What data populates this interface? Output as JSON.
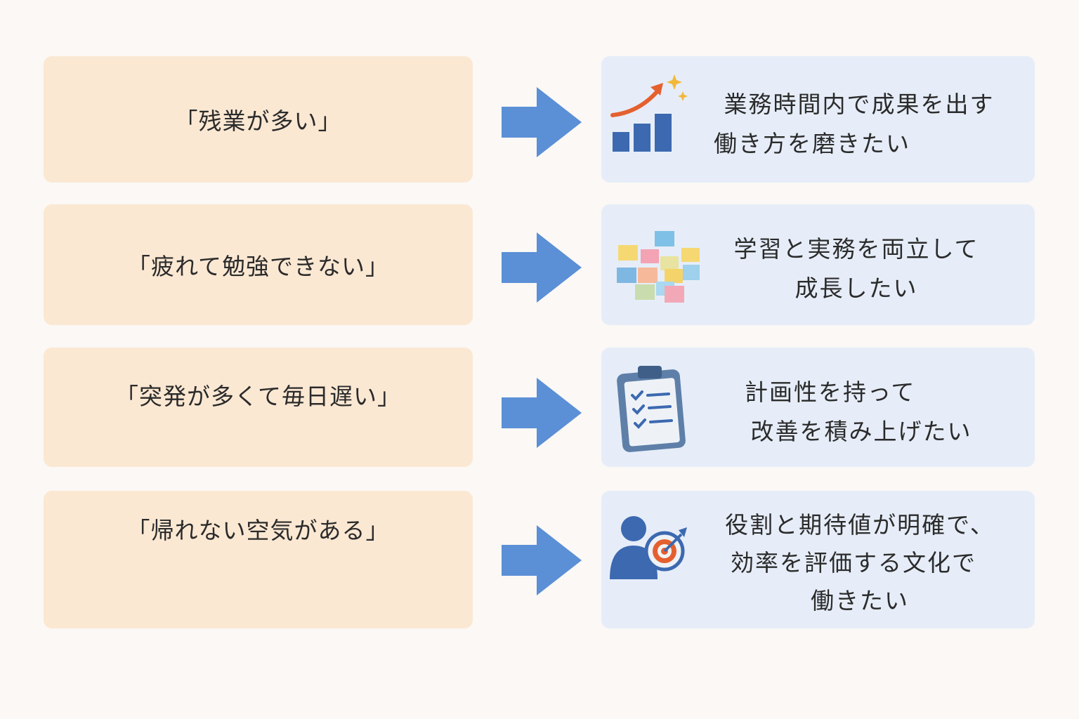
{
  "rows": [
    {
      "problem": "「残業が多い」",
      "goal_lines": [
        "業務時間内で成果を出す",
        "働き方を磨きたい"
      ],
      "icon": "growth-chart-icon"
    },
    {
      "problem": "「疲れて勉強できない」",
      "goal_lines": [
        "学習と実務を両立して",
        "成長したい"
      ],
      "icon": "sticky-notes-icon"
    },
    {
      "problem": "「突発が多くて毎日遅い」",
      "goal_lines": [
        "計画性を持って",
        "改善を積み上げたい"
      ],
      "icon": "clipboard-checklist-icon"
    },
    {
      "problem": "「帰れない空気がある」",
      "goal_lines": [
        "役割と期待値が明確で、",
        "効率を評価する文化で",
        "働きたい"
      ],
      "icon": "person-target-icon"
    }
  ],
  "colors": {
    "problem_bg": "#fbe8d3",
    "goal_bg": "#e6edf8",
    "arrow": "#5b8fd6",
    "icon_blue": "#3c69b0",
    "accent_orange": "#e4612f"
  }
}
